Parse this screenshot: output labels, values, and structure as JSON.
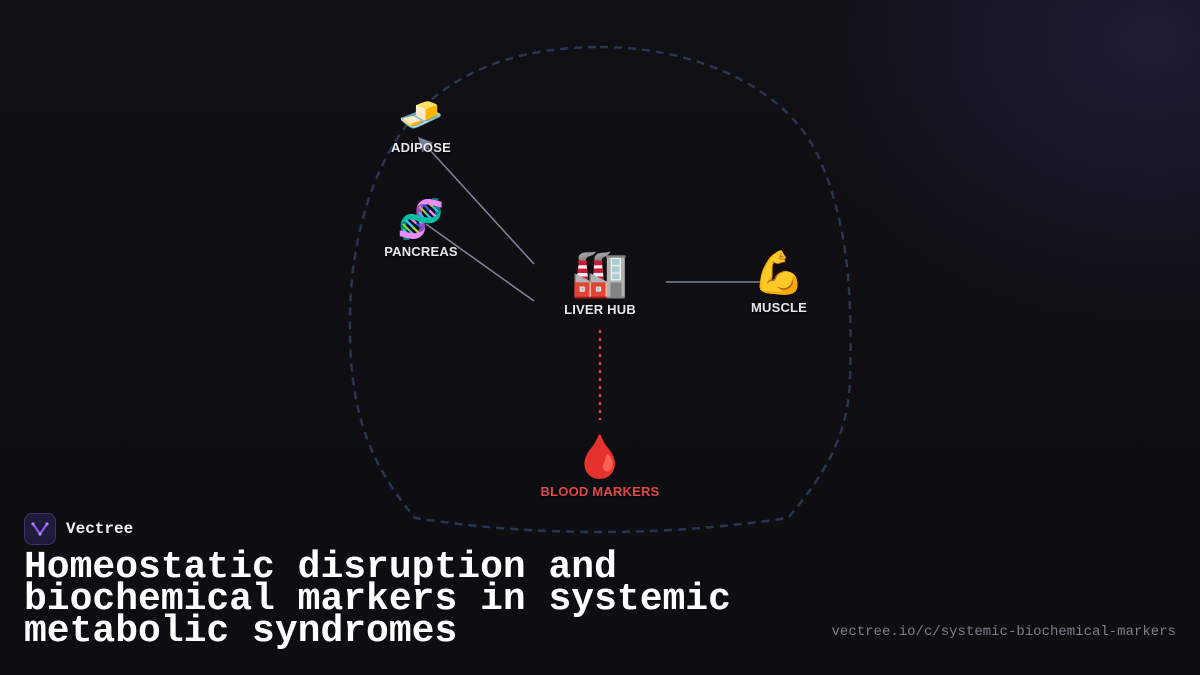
{
  "brand": {
    "name": "Vectree",
    "logo_icon": "vectree-logo-icon"
  },
  "title": "Homeostatic disruption and biochemical markers in systemic metabolic syndromes",
  "url": "vectree.io/c/systemic-biochemical-markers",
  "colors": {
    "background": "#0f0f14",
    "boundary": "#2a3550",
    "edge": "#7a8296",
    "alert": "#e04848",
    "label": "#e6e7ee"
  },
  "diagram": {
    "nodes": {
      "adipose": {
        "label": "ADIPOSE",
        "icon": "butter-icon",
        "glyph": "🧈"
      },
      "pancreas": {
        "label": "PANCREAS",
        "icon": "dna-icon",
        "glyph": "🧬"
      },
      "liver": {
        "label": "LIVER HUB",
        "icon": "factory-icon",
        "glyph": "🏭"
      },
      "muscle": {
        "label": "MUSCLE",
        "icon": "flexed-biceps-icon",
        "glyph": "💪"
      },
      "blood": {
        "label": "BLOOD MARKERS",
        "icon": "blood-drop-icon",
        "glyph": "🩸"
      }
    },
    "edges": [
      {
        "from": "liver",
        "to": "adipose",
        "style": "solid",
        "arrow": true
      },
      {
        "from": "liver",
        "to": "pancreas",
        "style": "solid",
        "arrow": false
      },
      {
        "from": "liver",
        "to": "muscle",
        "style": "solid",
        "arrow": false
      },
      {
        "from": "liver",
        "to": "blood",
        "style": "dotted",
        "color": "alert"
      }
    ]
  }
}
